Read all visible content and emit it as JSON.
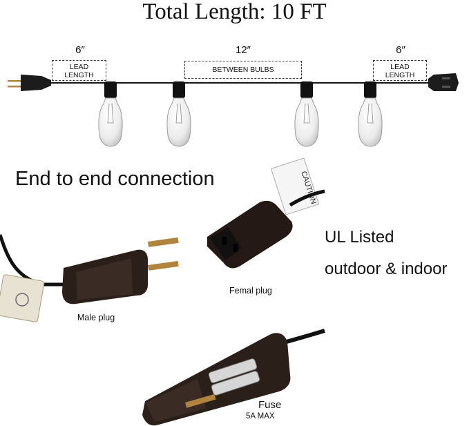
{
  "title": "Total Length: 10 FT",
  "dimensions": {
    "left": {
      "value": "6″",
      "label_line1": "LEAD",
      "label_line2": "LENGTH"
    },
    "middle": {
      "value": "12″",
      "label": "BETWEEN BULBS"
    },
    "right": {
      "value": "6″",
      "label_line1": "LEAD",
      "label_line2": "LENGTH"
    }
  },
  "heading": "End to end connection",
  "certification": {
    "line1": "UL Listed",
    "line2": "outdoor & indoor"
  },
  "captions": {
    "male": "Male plug",
    "female": "Femal plug",
    "fuse": "Fuse",
    "fuse_rating": "5A MAX"
  },
  "tag_text": "CAUTION",
  "colors": {
    "cord": "#1a1a1a",
    "plug_body": "#2b1f1a",
    "prong": "#b0843c",
    "bulb_glass": "#f2f2f2"
  }
}
